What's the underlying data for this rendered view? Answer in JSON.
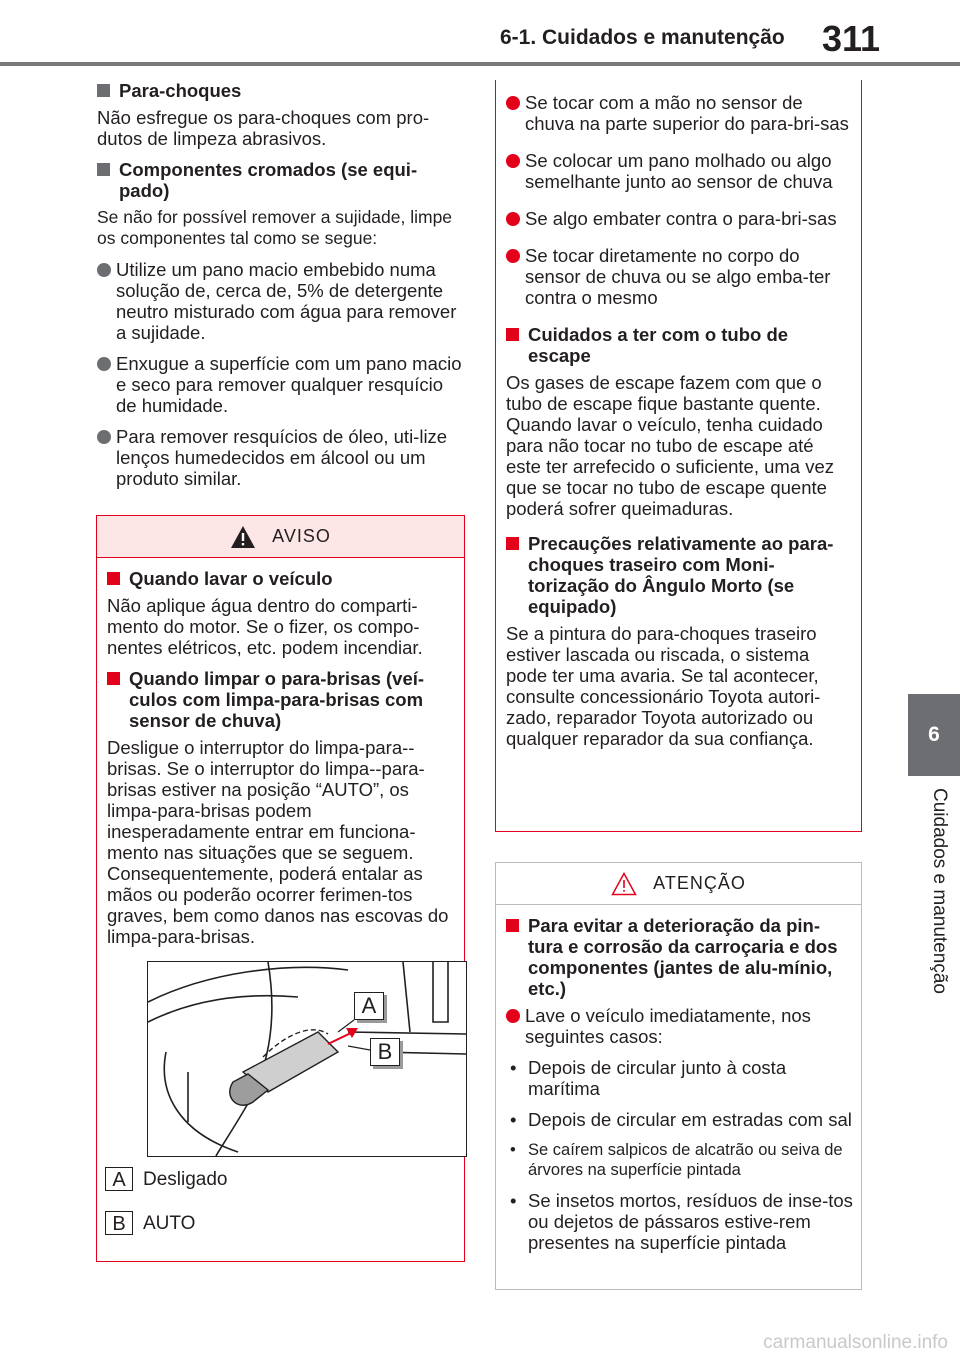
{
  "header": {
    "section": "6-1. Cuidados e manutenção",
    "page_number": "311"
  },
  "side_tab": {
    "number": "6",
    "label": "Cuidados e manutenção"
  },
  "left": {
    "h1": "Para-choques",
    "p1": "Não esfregue os para-choques com pro-dutos de limpeza abrasivos.",
    "h2": "Componentes cromados (se equi-pado)",
    "p2": "Se não for possível remover a sujidade, limpe os componentes tal como se segue:",
    "bullets": [
      "Utilize um pano macio embebido numa solução de, cerca de, 5% de detergente neutro misturado com água para remover a sujidade.",
      "Enxugue a superfície com um pano macio e seco para remover qualquer resquício de humidade.",
      "Para remover resquícios de óleo, uti-lize lenços humedecidos em álcool ou um produto similar."
    ]
  },
  "aviso": {
    "title": "AVISO",
    "h1": "Quando lavar o veículo",
    "p1": "Não aplique água dentro do comparti-mento do motor. Se o fizer, os compo-nentes elétricos, etc. podem incendiar.",
    "h2": "Quando limpar o para-brisas (veí-culos com limpa-para-brisas com sensor de chuva)",
    "p2": "Desligue o interruptor do limpa-para--brisas. Se o interruptor do limpa--para-brisas estiver na posição “AUTO”, os limpa-para-brisas podem inesperadamente entrar em funciona-mento nas situações que se seguem. Consequentemente, poderá entalar as mãos ou poderão ocorrer ferimen-tos graves, bem como danos nas escovas do limpa-para-brisas.",
    "figure_labels": [
      "A",
      "B"
    ],
    "legend": [
      {
        "key": "A",
        "text": "Desligado"
      },
      {
        "key": "B",
        "text": "AUTO"
      }
    ]
  },
  "aviso_cont": {
    "bullets": [
      "Se tocar com a mão no sensor de chuva na parte superior do para-bri-sas",
      "Se colocar um pano molhado ou algo semelhante junto ao sensor de chuva",
      "Se algo embater contra o para-bri-sas",
      "Se tocar diretamente no corpo do sensor de chuva ou se algo emba-ter contra o mesmo"
    ],
    "h1": "Cuidados a ter com o tubo de escape",
    "p1": "Os gases de escape fazem com que o tubo de escape fique bastante quente. Quando lavar o veículo, tenha cuidado para não tocar no tubo de escape até este ter arrefecido o suficiente, uma vez que se tocar no tubo de escape quente poderá sofrer queimaduras.",
    "h2": "Precauções relativamente ao para-choques traseiro com Moni-torização do Ângulo Morto (se equipado)",
    "p2": "Se a pintura do para-choques traseiro estiver lascada ou riscada, o sistema pode ter uma avaria. Se tal acontecer, consulte concessionário Toyota autori-zado, reparador Toyota autorizado ou qualquer reparador da sua confiança."
  },
  "atencao": {
    "title": "ATENÇÃO",
    "h1": "Para evitar a deterioração da pin-tura e corrosão da carroçaria e dos componentes (jantes de alu-mínio, etc.)",
    "bullet": "Lave o veículo imediatamente, nos seguintes casos:",
    "dashes": [
      "Depois de circular junto à costa marítima",
      "Depois de circular em estradas com sal",
      "Se caírem salpicos de alcatrão ou seiva de árvores na superfície pintada",
      "Se insetos mortos, resíduos de inse-tos ou dejetos de pássaros estive-rem presentes na superfície pintada"
    ]
  },
  "watermark": "carmanualsonline.info",
  "colors": {
    "accent_red": "#e2001a",
    "gray": "#6d6e71"
  }
}
